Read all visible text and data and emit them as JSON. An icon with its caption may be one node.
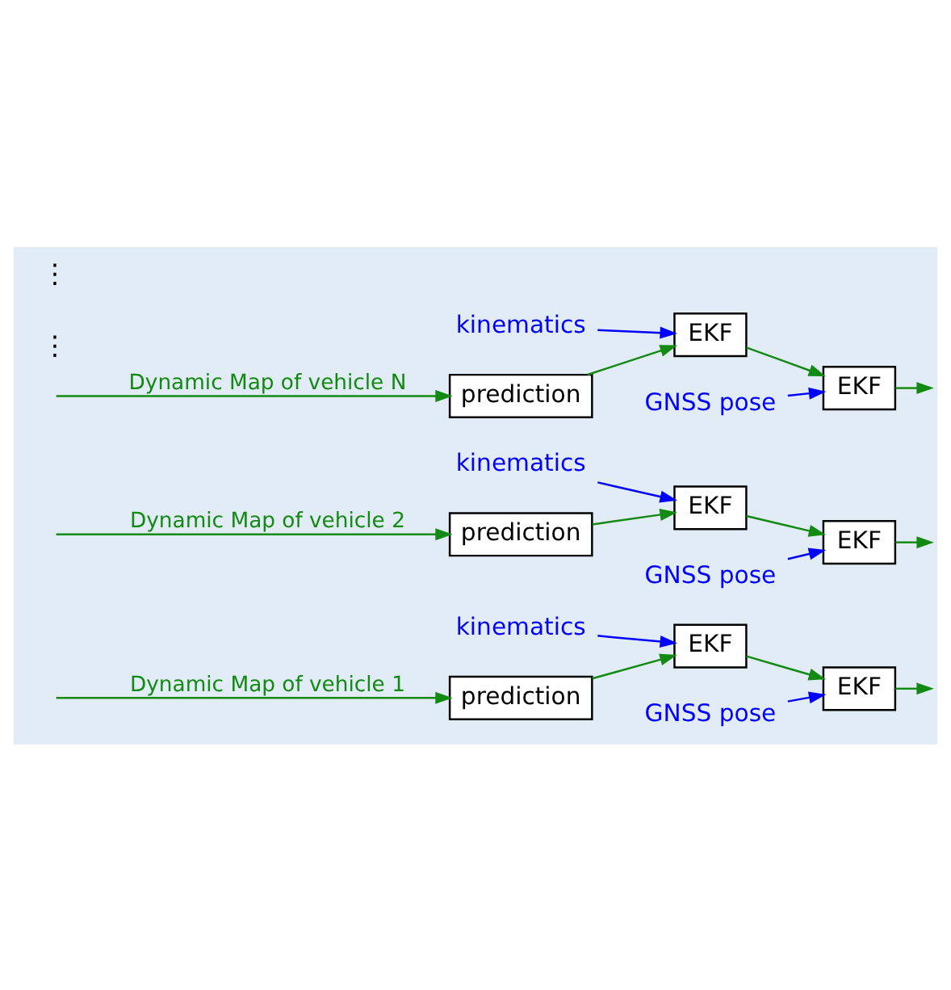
{
  "diagram": {
    "nodes": [
      {
        "text": [
          "kinematics"
        ]
      },
      {
        "text": [
          "GNSS pose"
        ]
      },
      {
        "text": [
          "prediction"
        ]
      },
      {
        "text": [
          "EKF"
        ]
      },
      {
        "text": [
          "EKF"
        ]
      },
      {
        "text": [
          "kinematics"
        ]
      },
      {
        "text": [
          "GNSS pose"
        ]
      },
      {
        "text": [
          "prediction"
        ]
      },
      {
        "text": [
          "EKF"
        ]
      },
      {
        "text": [
          "EKF"
        ]
      },
      {
        "text": [
          "kinematics"
        ]
      },
      {
        "text": [
          "GNSS pose"
        ]
      },
      {
        "text": [
          "prediction"
        ]
      },
      {
        "text": [
          "EKF"
        ]
      },
      {
        "text": [
          "EKF"
        ]
      }
    ],
    "edges": [
      {
        "from": null,
        "to": 2,
        "arrow": "to",
        "label": "Dynamic Map of vehicle 1"
      },
      {
        "from": 2,
        "to": 3,
        "arrow": "to"
      },
      {
        "from": 0,
        "to": 3,
        "arrow": "to",
        "color": "#0000ff"
      },
      {
        "from": 3,
        "to": 4,
        "arrow": "to"
      },
      {
        "from": 1,
        "to": 4,
        "arrow": "to",
        "color": "#0000ff"
      },
      {
        "from": 4,
        "to": null,
        "arrow": "to"
      },
      {
        "from": null,
        "to": 7,
        "arrow": "to",
        "label": "Dynamic Map of vehicle 2"
      },
      {
        "from": 7,
        "to": 8,
        "arrow": "to"
      },
      {
        "from": 5,
        "to": 8,
        "arrow": "to",
        "color": "#0000ff"
      },
      {
        "from": 8,
        "to": 9,
        "arrow": "to"
      },
      {
        "from": 6,
        "to": 9,
        "arrow": "to",
        "color": "#0000ff"
      },
      {
        "from": 9,
        "to": null,
        "arrow": "to"
      },
      {
        "from": null,
        "to": 12,
        "arrow": "to",
        "label": "Dynamic Map of vehicle N"
      },
      {
        "from": 12,
        "to": 13,
        "arrow": "to"
      },
      {
        "from": 10,
        "to": 13,
        "arrow": "to",
        "color": "#0000ff"
      },
      {
        "from": 13,
        "to": 14,
        "arrow": "to"
      },
      {
        "from": 11,
        "to": 14,
        "arrow": "to",
        "color": "#0000ff"
      },
      {
        "from": 14,
        "to": null,
        "arrow": "to"
      }
    ],
    "labels": [
      "⋮",
      "⋮"
    ]
  }
}
